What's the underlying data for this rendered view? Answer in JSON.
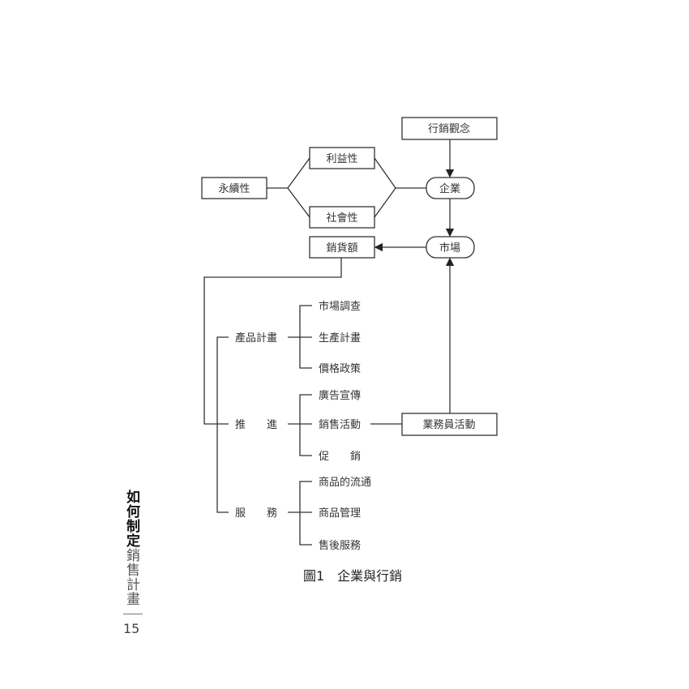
{
  "diagram": {
    "nodes": {
      "marketing_concept": "行銷觀念",
      "profitability": "利益性",
      "sustainability": "永續性",
      "social": "社會性",
      "enterprise": "企業",
      "sales_amount": "銷貨額",
      "market": "市場",
      "salesperson_activity": "業務員活動"
    },
    "tree": {
      "product_planning": {
        "label": "產品計畫",
        "children": [
          "市場調查",
          "生產計畫",
          "價格政策"
        ]
      },
      "promotion": {
        "label": "推　　進",
        "children": [
          "廣告宣傳",
          "銷售活動",
          "促　　銷"
        ]
      },
      "service": {
        "label": "服　　務",
        "children": [
          "商品的流通",
          "商品管理",
          "售後服務"
        ]
      }
    },
    "caption": "圖1　企業與行銷"
  },
  "running_head": {
    "bold": "如何制定",
    "light": "銷售計畫"
  },
  "page_number": "15"
}
